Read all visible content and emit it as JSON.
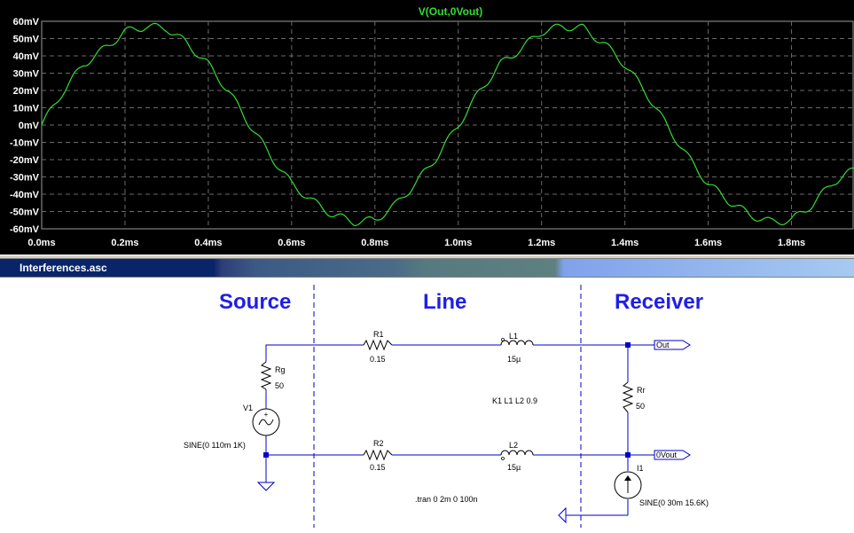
{
  "plot": {
    "trace_label": "V(Out,0Vout)",
    "trace_color": "#33dd33",
    "background": "#000000",
    "y_tick_labels": [
      "60mV",
      "50mV",
      "40mV",
      "30mV",
      "20mV",
      "10mV",
      "0mV",
      "-10mV",
      "-20mV",
      "-30mV",
      "-40mV",
      "-50mV",
      "-60mV"
    ],
    "x_tick_labels": [
      "0.0ms",
      "0.2ms",
      "0.4ms",
      "0.6ms",
      "0.8ms",
      "1.0ms",
      "1.2ms",
      "1.4ms",
      "1.6ms",
      "1.8ms"
    ]
  },
  "chart_data": {
    "type": "line",
    "title": "V(Out,0Vout)",
    "xlabel": "",
    "ylabel": "",
    "x_unit": "ms",
    "y_unit": "mV",
    "xlim": [
      0,
      1.95
    ],
    "ylim": [
      -60,
      60
    ],
    "grid": true,
    "series": [
      {
        "name": "V(Out,0Vout)",
        "color": "#33dd33",
        "x": [
          0.0,
          0.05,
          0.1,
          0.15,
          0.2,
          0.25,
          0.3,
          0.35,
          0.4,
          0.45,
          0.5,
          0.55,
          0.6,
          0.65,
          0.7,
          0.75,
          0.8,
          0.85,
          0.9,
          0.95,
          1.0,
          1.05,
          1.1,
          1.15,
          1.2,
          1.25,
          1.3,
          1.35,
          1.4,
          1.45,
          1.5,
          1.55,
          1.6,
          1.65,
          1.7,
          1.75,
          1.8,
          1.85,
          1.9,
          1.95
        ],
        "y": [
          0,
          19,
          35,
          44,
          54,
          57,
          56,
          47,
          35,
          19,
          0,
          -18,
          -34,
          -44,
          -52,
          -56,
          -55,
          -46,
          -33,
          -18,
          0,
          19,
          35,
          44,
          54,
          57,
          56,
          47,
          35,
          19,
          0,
          -18,
          -34,
          -44,
          -52,
          -56,
          -55,
          -46,
          -33,
          -26
        ]
      }
    ]
  },
  "titlebar": {
    "title": "Interferences.asc"
  },
  "schematic": {
    "wire_color": "#0000c8",
    "sections": {
      "source": "Source",
      "line": "Line",
      "receiver": "Receiver"
    },
    "components": {
      "r1": {
        "name": "R1",
        "value": "0.15"
      },
      "r2": {
        "name": "R2",
        "value": "0.15"
      },
      "l1": {
        "name": "L1",
        "value": "15µ"
      },
      "l2": {
        "name": "L2",
        "value": "15µ"
      },
      "rg": {
        "name": "Rg",
        "value": "50"
      },
      "rr": {
        "name": "Rr",
        "value": "50"
      },
      "v1": {
        "name": "V1",
        "value": "SINE(0 110m 1K)"
      },
      "i1": {
        "name": "I1",
        "value": "SINE(0 30m 15.6K)"
      }
    },
    "coupling": "K1 L1 L2 0.9",
    "tran": ".tran 0 2m 0 100n",
    "labels": {
      "out": "Out",
      "vout": "0Vout"
    }
  }
}
